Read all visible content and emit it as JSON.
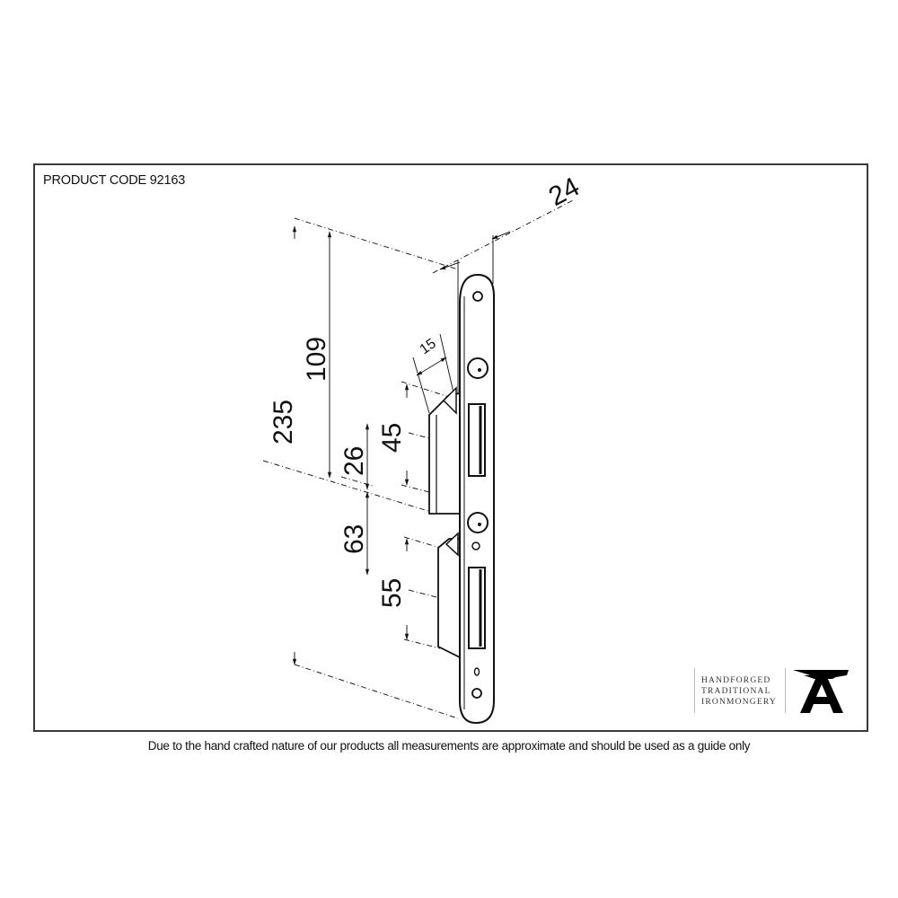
{
  "header": {
    "product_code": "PRODUCT CODE 92163"
  },
  "dimensions": {
    "width_top": "24",
    "overall_length": "235",
    "upper_to_center": "109",
    "hook_depth": "15",
    "upper_keep_height": "45",
    "center_offset": "26",
    "center_to_lower": "63",
    "lower_keep_height": "55"
  },
  "brand": {
    "line1": "HANDFORGED",
    "line2": "TRADITIONAL",
    "line3": "IRONMONGERY",
    "logo_icon": "anvil-a-icon"
  },
  "footer": {
    "disclaimer": "Due to the hand crafted nature of our products all measurements are approximate and should be used as a guide only"
  },
  "colors": {
    "line": "#111111",
    "frame": "#3a3a3a",
    "divider": "#bdbdbd"
  }
}
